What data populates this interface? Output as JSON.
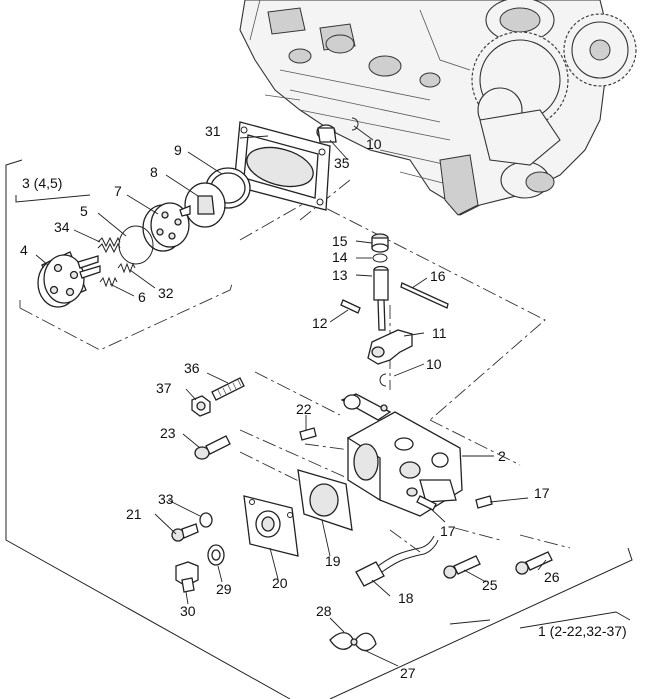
{
  "diagram": {
    "callouts": [
      {
        "id": "c1",
        "text": "1 (2-22,32-37)"
      },
      {
        "id": "c2",
        "text": "2"
      },
      {
        "id": "c3",
        "text": "3 (4,5)"
      },
      {
        "id": "c4",
        "text": "4"
      },
      {
        "id": "c5",
        "text": "5"
      },
      {
        "id": "c6",
        "text": "6"
      },
      {
        "id": "c7",
        "text": "7"
      },
      {
        "id": "c8",
        "text": "8"
      },
      {
        "id": "c9",
        "text": "9"
      },
      {
        "id": "c10a",
        "text": "10"
      },
      {
        "id": "c10b",
        "text": "10"
      },
      {
        "id": "c11",
        "text": "11"
      },
      {
        "id": "c12",
        "text": "12"
      },
      {
        "id": "c13",
        "text": "13"
      },
      {
        "id": "c14",
        "text": "14"
      },
      {
        "id": "c15",
        "text": "15"
      },
      {
        "id": "c16",
        "text": "16"
      },
      {
        "id": "c17a",
        "text": "17"
      },
      {
        "id": "c17b",
        "text": "17"
      },
      {
        "id": "c18",
        "text": "18"
      },
      {
        "id": "c19",
        "text": "19"
      },
      {
        "id": "c20",
        "text": "20"
      },
      {
        "id": "c21",
        "text": "21"
      },
      {
        "id": "c22",
        "text": "22"
      },
      {
        "id": "c23",
        "text": "23"
      },
      {
        "id": "c25",
        "text": "25"
      },
      {
        "id": "c26",
        "text": "26"
      },
      {
        "id": "c27",
        "text": "27"
      },
      {
        "id": "c28",
        "text": "28"
      },
      {
        "id": "c29",
        "text": "29"
      },
      {
        "id": "c30",
        "text": "30"
      },
      {
        "id": "c31",
        "text": "31"
      },
      {
        "id": "c32",
        "text": "32"
      },
      {
        "id": "c33",
        "text": "33"
      },
      {
        "id": "c34",
        "text": "34"
      },
      {
        "id": "c35",
        "text": "35"
      },
      {
        "id": "c36",
        "text": "36"
      },
      {
        "id": "c37",
        "text": "37"
      }
    ]
  }
}
